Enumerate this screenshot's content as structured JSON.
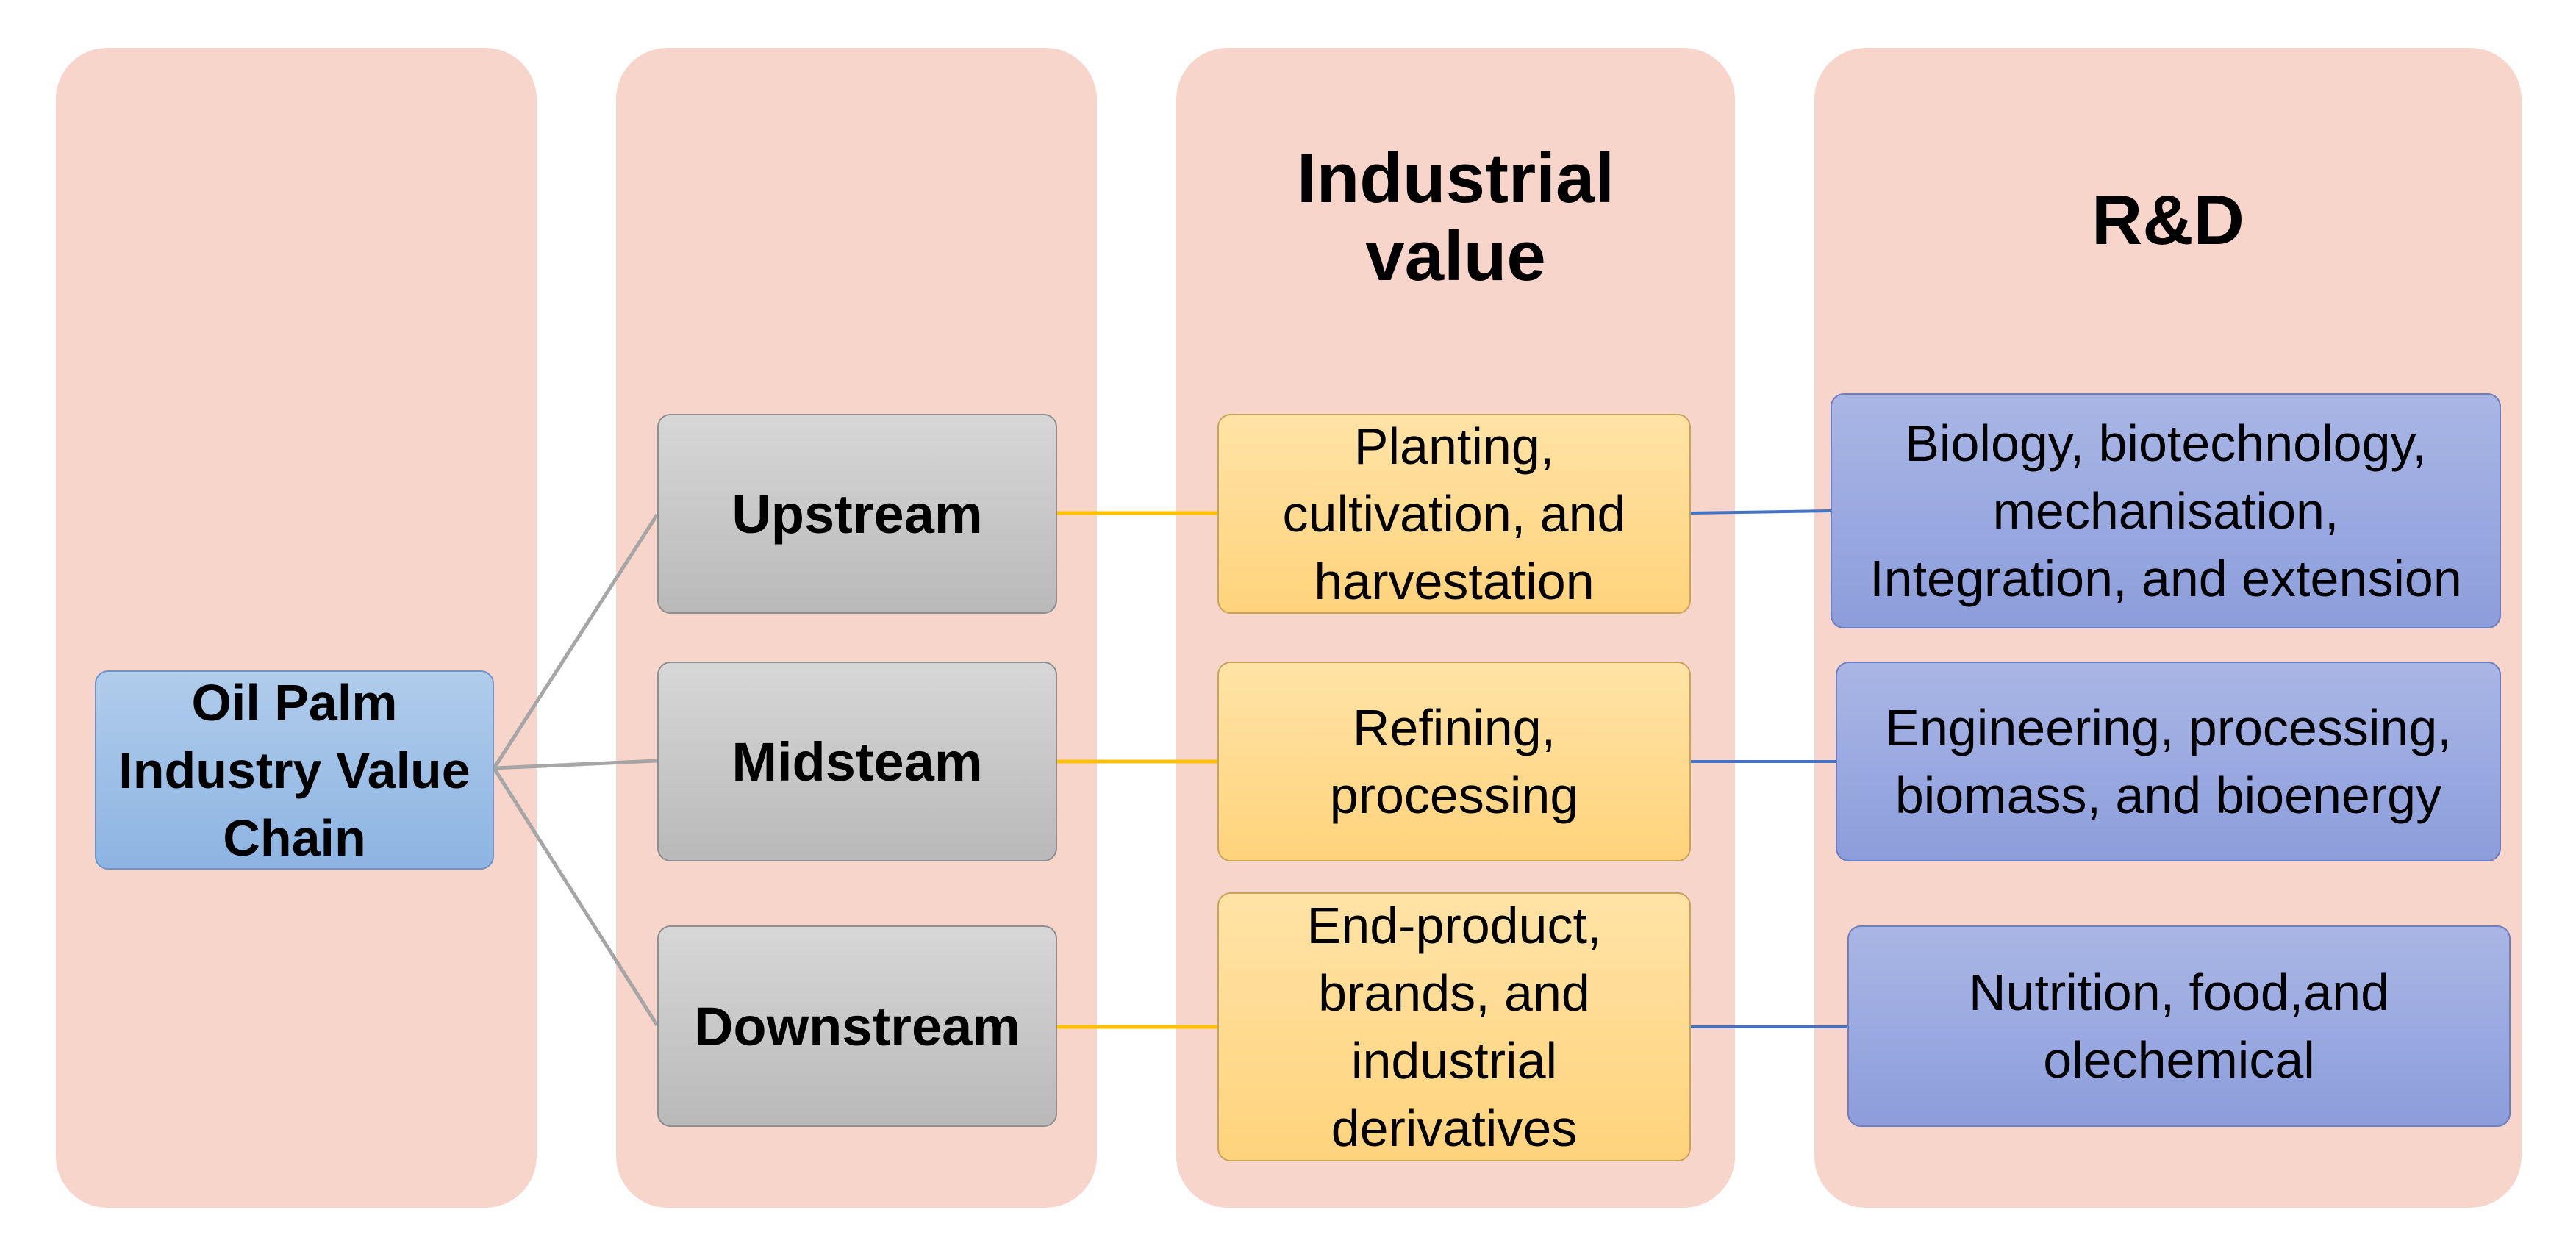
{
  "columns": {
    "industrial_value_header": "Industrial\nvalue",
    "rd_header": "R&D"
  },
  "root": {
    "label": "Oil Palm\nIndustry Value\nChain"
  },
  "stages": {
    "upstream": "Upstream",
    "midstream": "Midsteam",
    "downstream": "Downstream"
  },
  "industrial_values": {
    "upstream": "Planting,\ncultivation, and\nharvestation",
    "midstream": "Refining,\nprocessing",
    "downstream": "End-product,\nbrands, and\nindustrial\nderivatives"
  },
  "rd": {
    "upstream": "Biology, biotechnology,\nmechanisation,\nIntegration, and extension",
    "midstream": "Engineering, processing,\nbiomass, and bioenergy",
    "downstream": "Nutrition, food,and\nolechemical"
  },
  "colors": {
    "column_bg": "#f8d5cb",
    "root_fill": "#9dbfe6",
    "stage_fill": "#c8c8c8",
    "value_fill": "#ffdb91",
    "rd_fill": "#9babe0",
    "link_gray": "#a6a6a6",
    "link_yellow": "#ffc000",
    "link_blue": "#4472c4"
  }
}
